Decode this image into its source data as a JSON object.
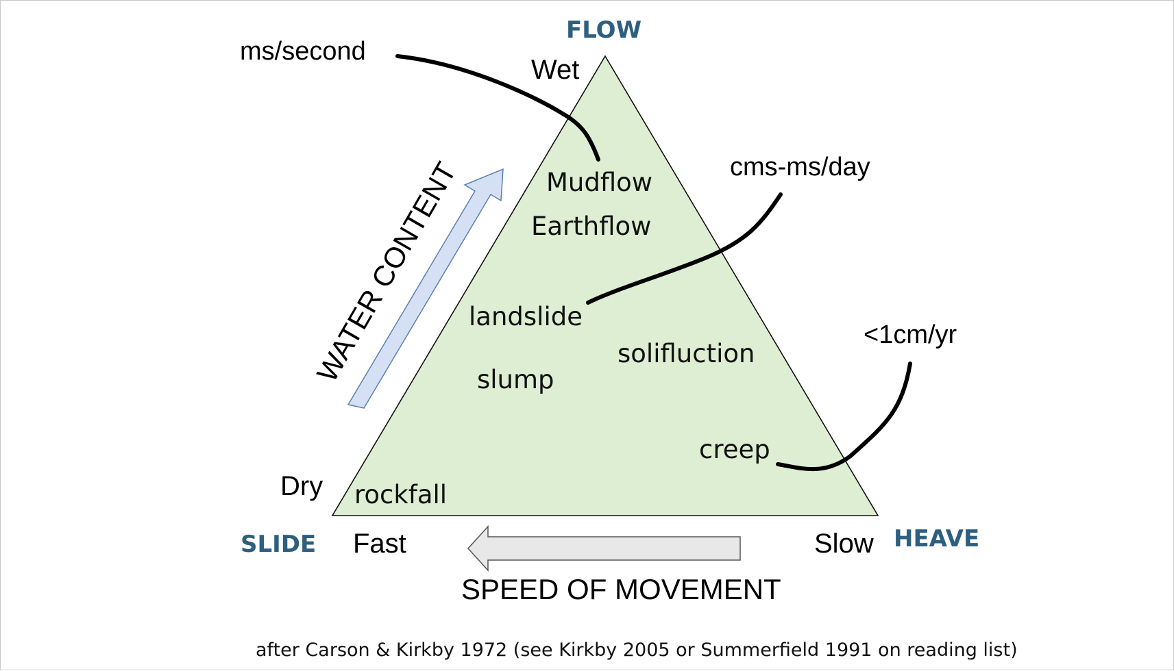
{
  "corners": {
    "top": "FLOW",
    "left": "SLIDE",
    "right": "HEAVE"
  },
  "moisture": {
    "wet": "Wet",
    "dry": "Dry"
  },
  "speed": {
    "fast": "Fast",
    "slow": "Slow"
  },
  "axes": {
    "water_content": "WATER CONTENT",
    "speed_of_movement": "SPEED OF MOVEMENT"
  },
  "processes": [
    "Mudflow",
    "Earthflow",
    "landslide",
    "solifluction",
    "slump",
    "creep",
    "rockfall"
  ],
  "rates": [
    "ms/second",
    "cms-ms/day",
    "<1cm/yr"
  ],
  "credit": "after Carson & Kirkby 1972 (see Kirkby 2005 or Summerfield 1991 on reading list)",
  "colors": {
    "triangle_fill": "#ddeed2",
    "corner_label": "#2e5f7e",
    "water_arrow_fill": "#d6e0f4",
    "water_arrow_stroke": "#5a7fb4",
    "speed_arrow_fill": "#e8e8e8",
    "speed_arrow_stroke": "#555555"
  }
}
